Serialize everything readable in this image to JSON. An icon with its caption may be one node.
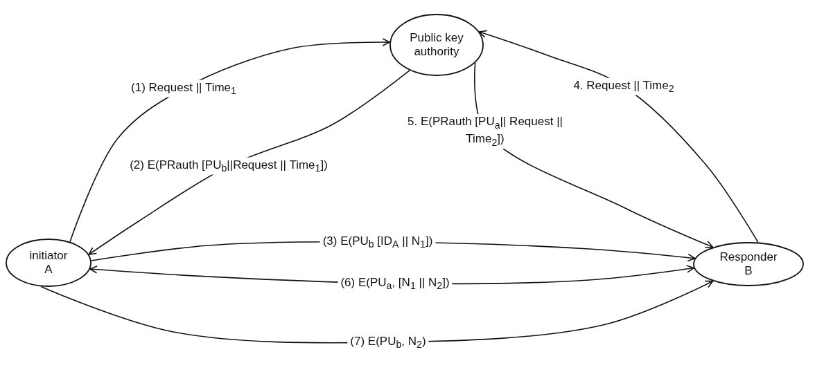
{
  "diagram": {
    "nodes": [
      {
        "text": [
          "Public key authority"
        ]
      },
      {
        "text": [
          "initiator",
          "A"
        ]
      },
      {
        "text": [
          "Responder",
          "B"
        ]
      }
    ],
    "edges": [
      {
        "from": 1,
        "to": 0,
        "arrow": "to",
        "label": "(1) Request || Time$_{1}$"
      },
      {
        "from": 0,
        "to": 1,
        "arrow": "to",
        "label": "(2) E(PRauth [PU$_{b}$||Request || Time$_{1}$])"
      },
      {
        "from": 1,
        "to": 2,
        "arrow": "to",
        "label": "(3) E(PU$_{b}$ [ID$_{A}$ || N$_{1}$])"
      },
      {
        "from": 2,
        "to": 0,
        "arrow": "to",
        "label": "4. Request || Time$_{2}$"
      },
      {
        "from": 0,
        "to": 2,
        "arrow": "to",
        "label": "5. E(PRauth [PU$_{a}$|| Request || Time$_{2}$])"
      },
      {
        "from": 1,
        "to": 2,
        "arrow": "both",
        "label": "(6) E(PU$_{a}$, [N$_{1}$ || N$_{2}$])"
      },
      {
        "from": 1,
        "to": 2,
        "arrow": "to",
        "label": "(7) E(PU$_{b}$, N$_{2}$)"
      }
    ]
  }
}
